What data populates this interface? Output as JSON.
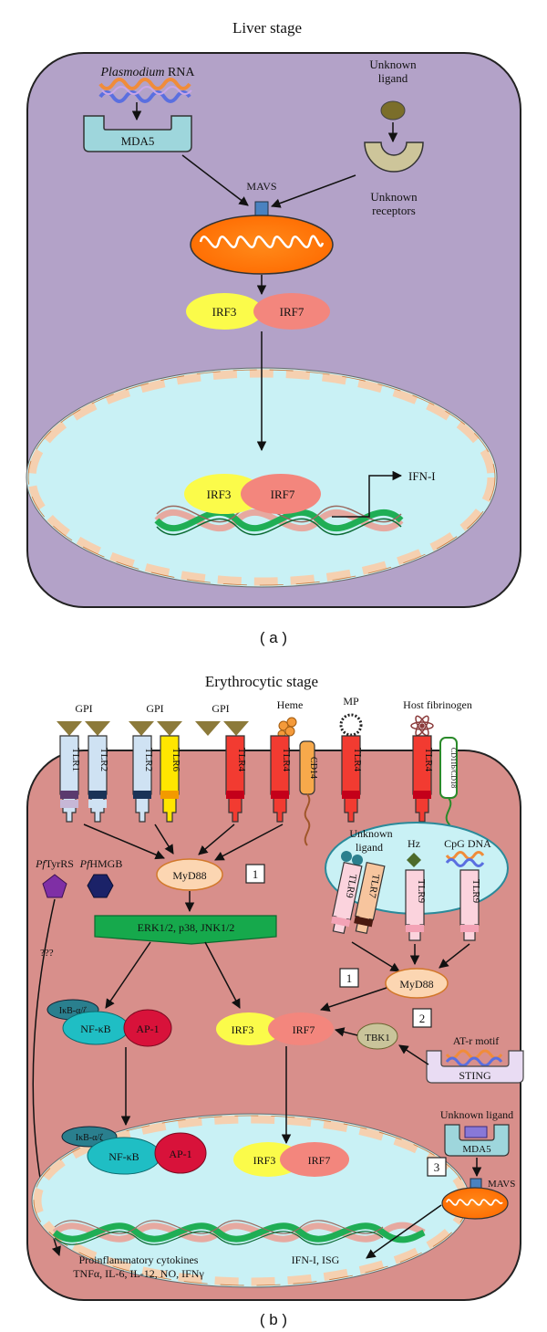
{
  "panel_a": {
    "title": "Liver stage",
    "plasmodium_rna_italic": "Plasmodium",
    "plasmodium_rna_rest": " RNA",
    "unknown_ligand_line1": "Unknown",
    "unknown_ligand_line2": "ligand",
    "mda5": "MDA5",
    "unknown_receptors_line1": "Unknown",
    "unknown_receptors_line2": "receptors",
    "mavs": "MAVS",
    "irf3": "IRF3",
    "irf7": "IRF7",
    "nuc_irf3": "IRF3",
    "nuc_irf7": "IRF7",
    "ifn": "IFN-I",
    "caption": "( a )"
  },
  "panel_b": {
    "title": "Erythrocytic stage",
    "ligands": {
      "gpi1": "GPI",
      "gpi2": "GPI",
      "gpi3": "GPI",
      "heme": "Heme",
      "mp": "MP",
      "fibrinogen": "Host fibrinogen"
    },
    "receptors": {
      "tlr1": "TLR1",
      "tlr2a": "TLR2",
      "tlr2b": "TLR2",
      "tlr6": "TLR6",
      "tlr4a": "TLR4",
      "tlr4b": "TLR4",
      "cd14": "CD14",
      "tlr4c": "TLR4",
      "tlr4d": "TLR4",
      "cd11b": "CD11b/CD18"
    },
    "pftyrrs_italic": "Pf",
    "pftyrrs_rest": "TyrRS",
    "pfhmgb_italic": "Pf",
    "pfhmgb_rest": "HMGB",
    "question": "???",
    "myd88_top": "MyD88",
    "num1_top": "1",
    "erk": "ERK1/2, p38, JNK1/2",
    "endosome": {
      "unknown_ligand_line1": "Unknown",
      "unknown_ligand_line2": "ligand",
      "hz": "Hz",
      "cpg": "CpG DNA",
      "tlr9a": "TLR9",
      "tlr7": "TLR7",
      "tlr9b": "TLR9",
      "tlr9c": "TLR9"
    },
    "num1_mid": "1",
    "myd88_mid": "MyD88",
    "ikb": "IκB-α/ζ",
    "nfkb": "NF-κB",
    "ap1": "AP-1",
    "irf3": "IRF3",
    "irf7": "IRF7",
    "num2": "2",
    "tbk1": "TBK1",
    "at_motif": "AT-r motif",
    "sting": "STING",
    "nuc_ikb": "IκB-α/ζ",
    "nuc_nfkb": "NF-κB",
    "nuc_ap1": "AP-1",
    "nuc_irf3": "IRF3",
    "nuc_irf7": "IRF7",
    "unknown_ligand2": "Unknown ligand",
    "mda5": "MDA5",
    "num3": "3",
    "mavs": "MAVS",
    "cytokines_line1": "Proinflammatory cytokines",
    "cytokines_line2": "TNFα, IL-6, IL-12, NO, IFNγ",
    "ifn_isg": "IFN-I, ISG",
    "caption": "( b )"
  },
  "colors": {
    "liver_cell": "#b3a2c8",
    "rbc_cell": "#d88f8b",
    "nucleus": "#c9f1f5",
    "irf3": "#fbfb4a",
    "irf7": "#f3867d",
    "mito": "#ff6a00",
    "mda5": "#9ed6dc",
    "myd88": "#fcd6b2",
    "erk": "#16a94c",
    "nfkb": "#1fbec4",
    "ap1": "#d8123a",
    "tlr_blue": "#cfe2f3",
    "tlr_red": "#f23b31",
    "tlr_yellow": "#ffe600",
    "tlr_pink": "#fbd3dd",
    "pftyrrs": "#7f2fa5",
    "pfhmgb": "#1b2268"
  }
}
